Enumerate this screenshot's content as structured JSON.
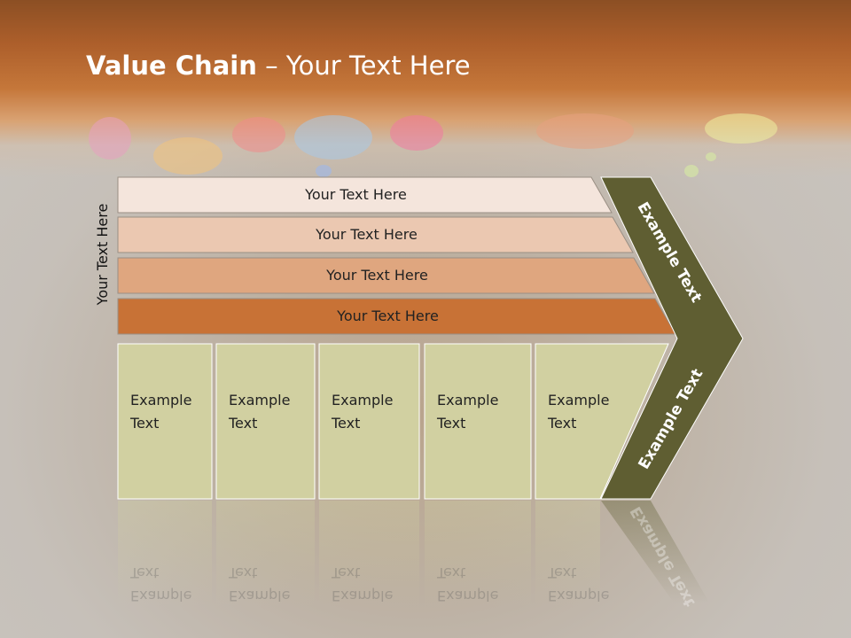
{
  "title": {
    "bold": "Value Chain",
    "rest": " – Your Text Here"
  },
  "side_label": "Your Text Here",
  "bars": [
    {
      "label": "Your Text Here",
      "color": "#f4e5dc"
    },
    {
      "label": "Your Text Here",
      "color": "#ebc8b1"
    },
    {
      "label": "Your Text Here",
      "color": "#dfa67f"
    },
    {
      "label": "Your Text Here",
      "color": "#c87236"
    }
  ],
  "columns": [
    {
      "line1": "Example",
      "line2": "Text"
    },
    {
      "line1": "Example",
      "line2": "Text"
    },
    {
      "line1": "Example",
      "line2": "Text"
    },
    {
      "line1": "Example",
      "line2": "Text"
    },
    {
      "line1": "Example",
      "line2": "Text"
    }
  ],
  "chevron": {
    "upper": "Example Text",
    "lower": "Example Text",
    "color": "#5f5e32"
  },
  "column_color": "#d1d0a1"
}
